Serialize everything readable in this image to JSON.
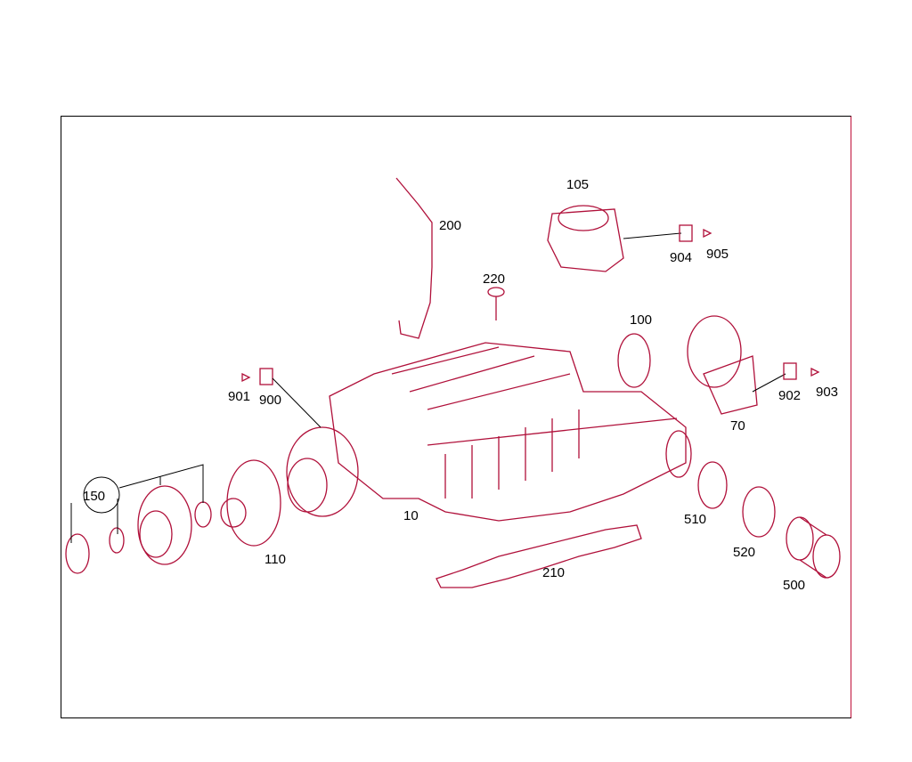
{
  "diagram": {
    "part_labels": {
      "p105": "105",
      "p200": "200",
      "p220": "220",
      "p904": "904",
      "p905": "905",
      "p100": "100",
      "p901": "901",
      "p900": "900",
      "p902": "902",
      "p903": "903",
      "p70": "70",
      "p10": "10",
      "p150": "150",
      "p110": "110",
      "p510": "510",
      "p520": "520",
      "p210": "210",
      "p500": "500"
    },
    "colors": {
      "line": "#b0103a",
      "text": "#000000",
      "frame": "#000000"
    }
  }
}
